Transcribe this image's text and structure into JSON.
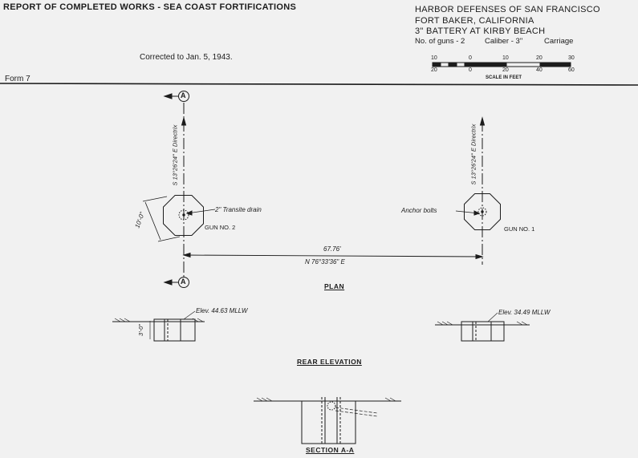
{
  "header": {
    "report_title": "REPORT OF COMPLETED WORKS - SEA COAST FORTIFICATIONS",
    "corrected": "Corrected to Jan. 5, 1943.",
    "form": "Form 7"
  },
  "title_block": {
    "line1": "HARBOR DEFENSES OF SAN FRANCISCO",
    "line2": "FORT BAKER, CALIFORNIA",
    "line3": "3\" BATTERY AT KIRBY BEACH",
    "guns": "No. of guns - 2",
    "caliber": "Caliber - 3\"",
    "carriage": "Carriage",
    "scale_ticks_top": [
      "10",
      "0",
      "10",
      "20",
      "30"
    ],
    "scale_ticks_bottom": [
      "20",
      "0",
      "20",
      "40",
      "60"
    ],
    "scale_label": "SCALE IN FEET"
  },
  "plan": {
    "section_marker": "A",
    "direction_left": "S 13°26'24\" E Directrix",
    "direction_right": "S 13°26'24\" E Directrix",
    "drain_label": "2\" Transite drain",
    "anchor_label": "Anchor bolts",
    "gun2_label": "GUN NO. 2",
    "gun1_label": "GUN NO. 1",
    "diameter": "10'-0\"",
    "distance": "67.76'",
    "bearing": "N 76°33'36\" E",
    "caption": "PLAN"
  },
  "rear_elevation": {
    "left_elev": "Elev. 44.63 MLLW",
    "right_elev": "Elev. 34.49 MLLW",
    "depth": "3'-0\"",
    "caption": "REAR ELEVATION"
  },
  "section": {
    "caption": "SECTION A-A"
  },
  "colors": {
    "paper": "#f1f1f1",
    "ink": "#1c1c1c"
  }
}
